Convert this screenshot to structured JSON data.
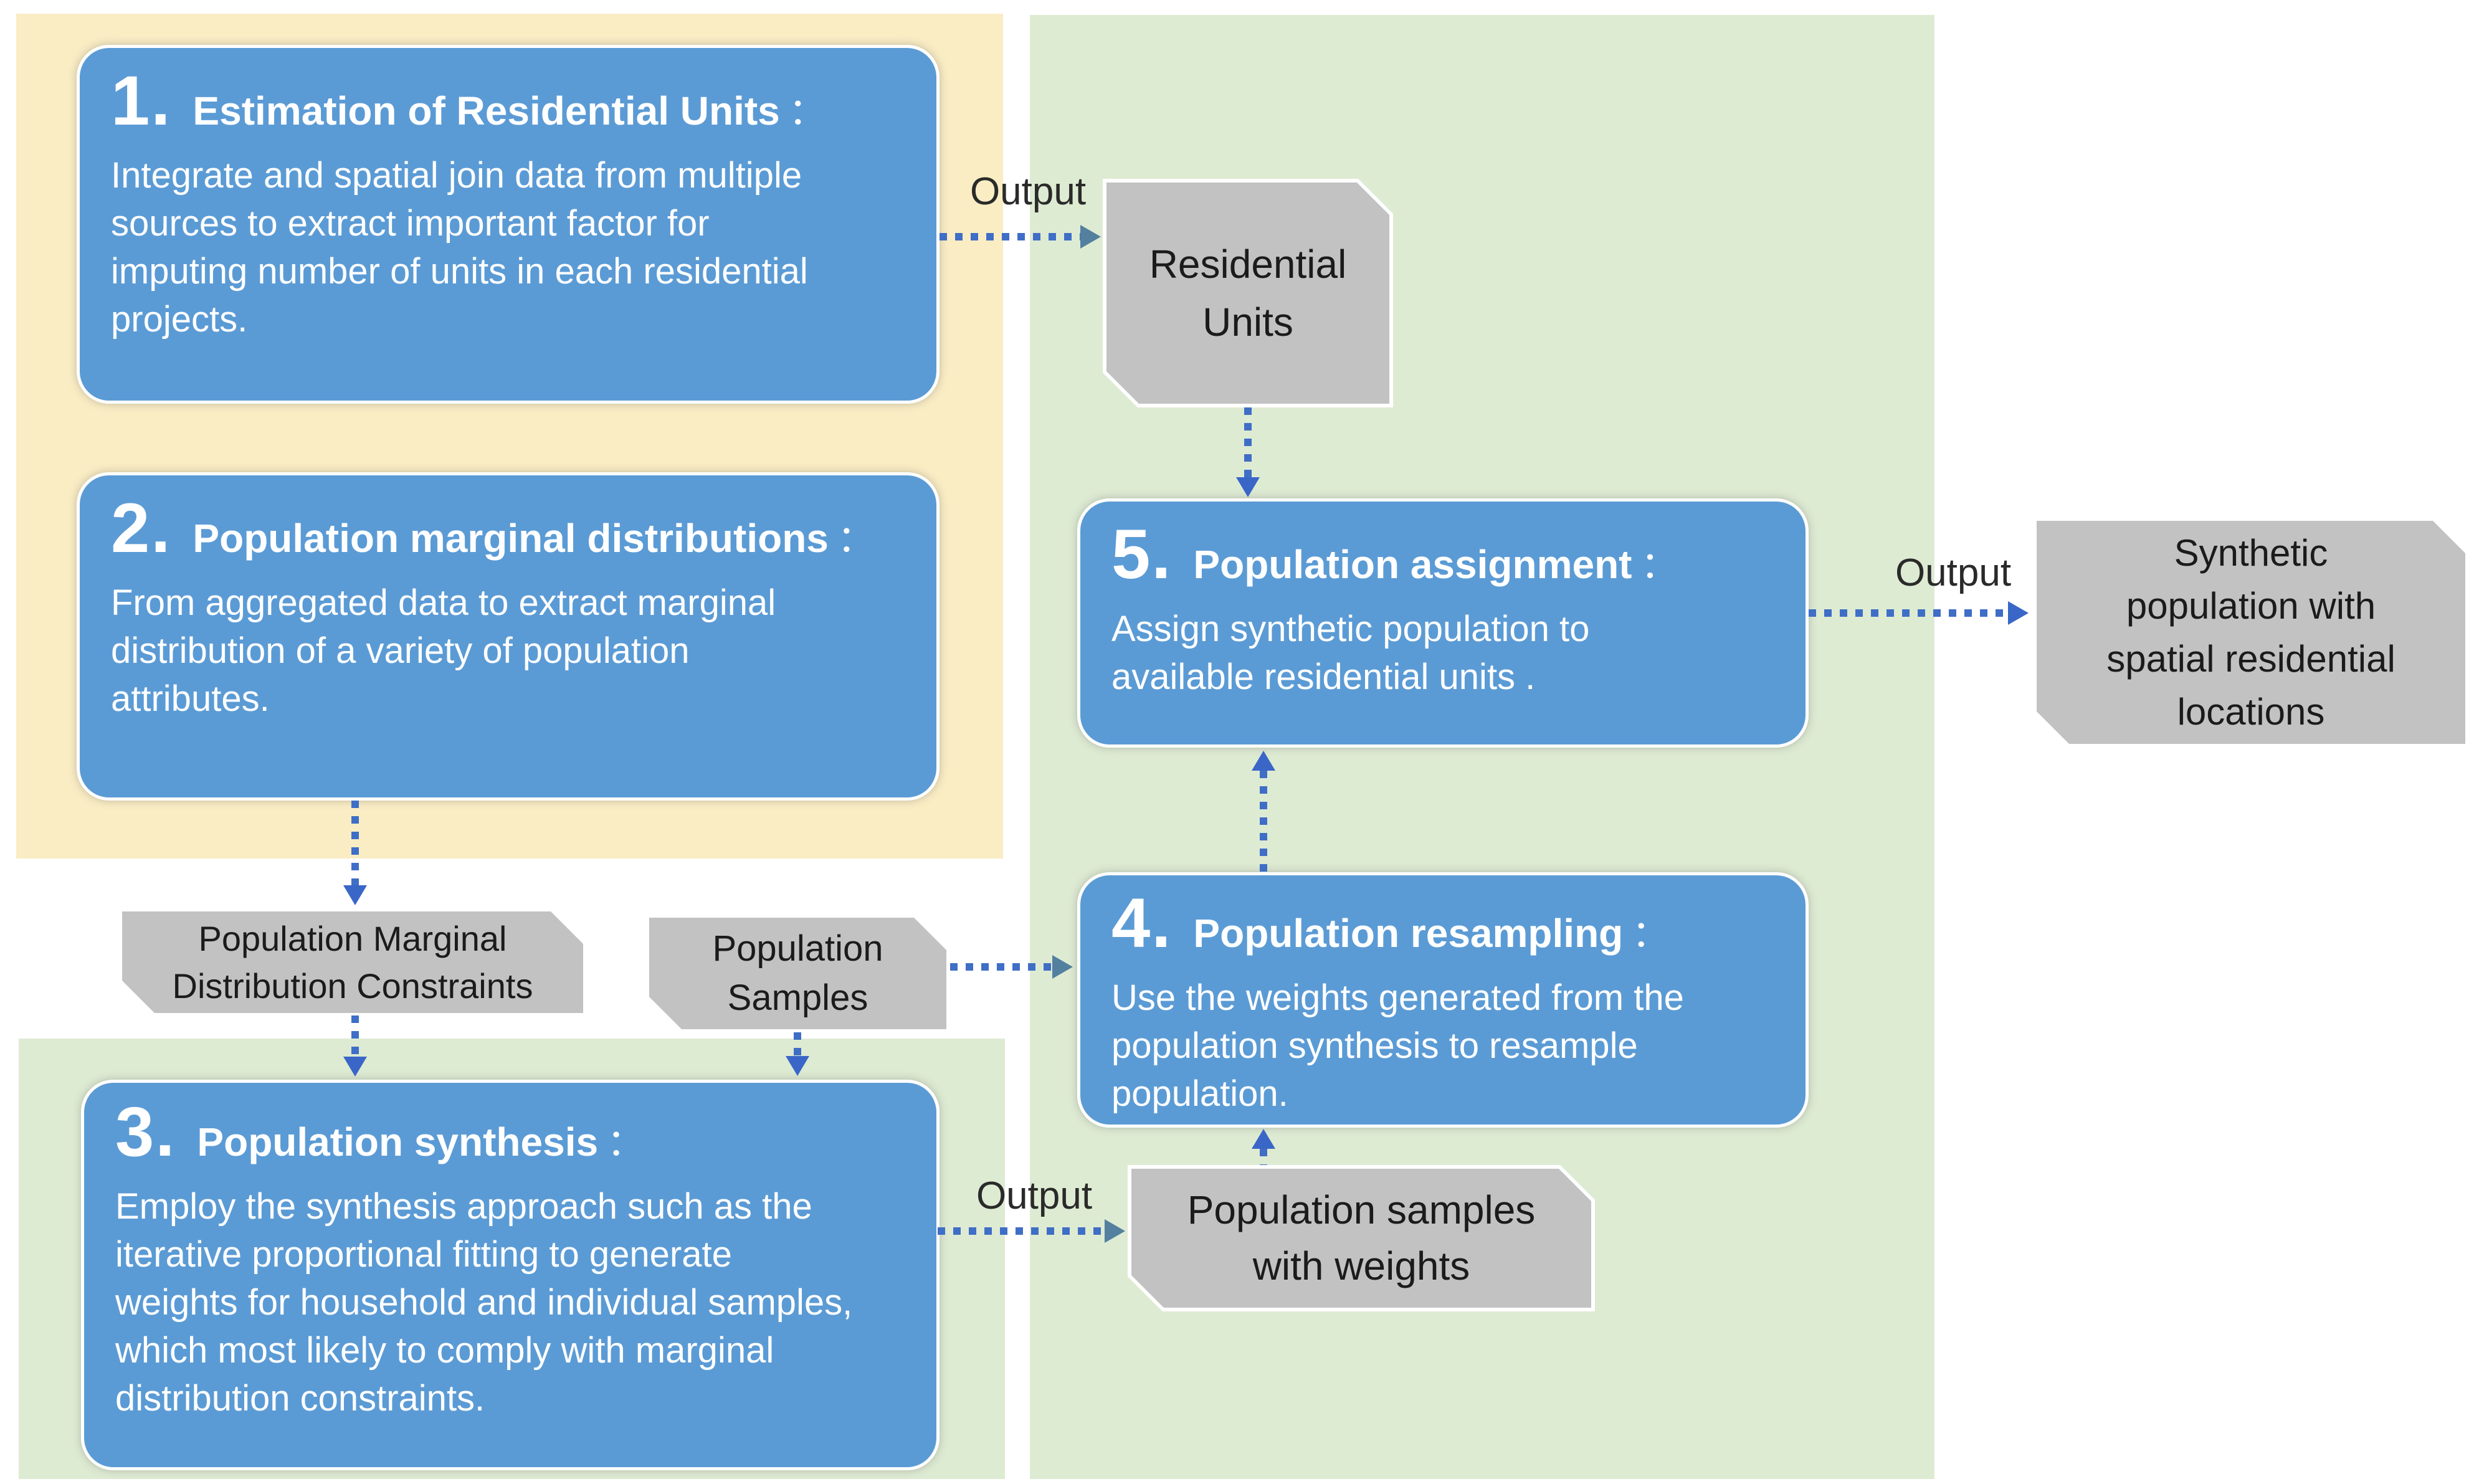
{
  "labels": {
    "output": "Output"
  },
  "steps": [
    {
      "number": "1.",
      "title": "Estimation of Residential Units",
      "colon": "：",
      "body": "Integrate and spatial join data from multiple\nsources to extract important factor for\nimputing number of units in each residential\nprojects."
    },
    {
      "number": "2.",
      "title": "Population marginal distributions",
      "colon": "：",
      "body": "From aggregated data to extract marginal\ndistribution of a variety of population\nattributes."
    },
    {
      "number": "3.",
      "title": "Population synthesis",
      "colon": "：",
      "body": "Employ the synthesis approach such as the\niterative proportional fitting to generate\nweights for household and individual samples,\nwhich most likely to comply with marginal\ndistribution constraints."
    },
    {
      "number": "4.",
      "title": "Population resampling",
      "colon": "：",
      "body": "Use the weights generated from the\npopulation synthesis to resample\npopulation."
    },
    {
      "number": "5.",
      "title": "Population assignment",
      "colon": "：",
      "body": "Assign synthetic population to\navailable residential units ."
    }
  ],
  "artifacts": {
    "residential": {
      "text": "Residential\nUnits"
    },
    "marginal": {
      "text": "Population Marginal\nDistribution Constraints"
    },
    "samples": {
      "text": "Population\nSamples"
    },
    "weights": {
      "text": "Population samples\nwith weights"
    },
    "synthetic": {
      "text": "Synthetic\npopulation with\nspatial residential\nlocations"
    }
  },
  "colors": {
    "step_fill": "#5B9BD5",
    "artifact_fill": "#C2C2C2",
    "panel_yellow": "#FAEDC4",
    "panel_green": "#DEEBD3",
    "arrow_dot": "#3F6EC6",
    "arrow_head_steel": "#54809F",
    "arrow_head_royal": "#3A66C8",
    "step_text": "#FFFFFF",
    "artifact_text": "#1B1B1B"
  }
}
